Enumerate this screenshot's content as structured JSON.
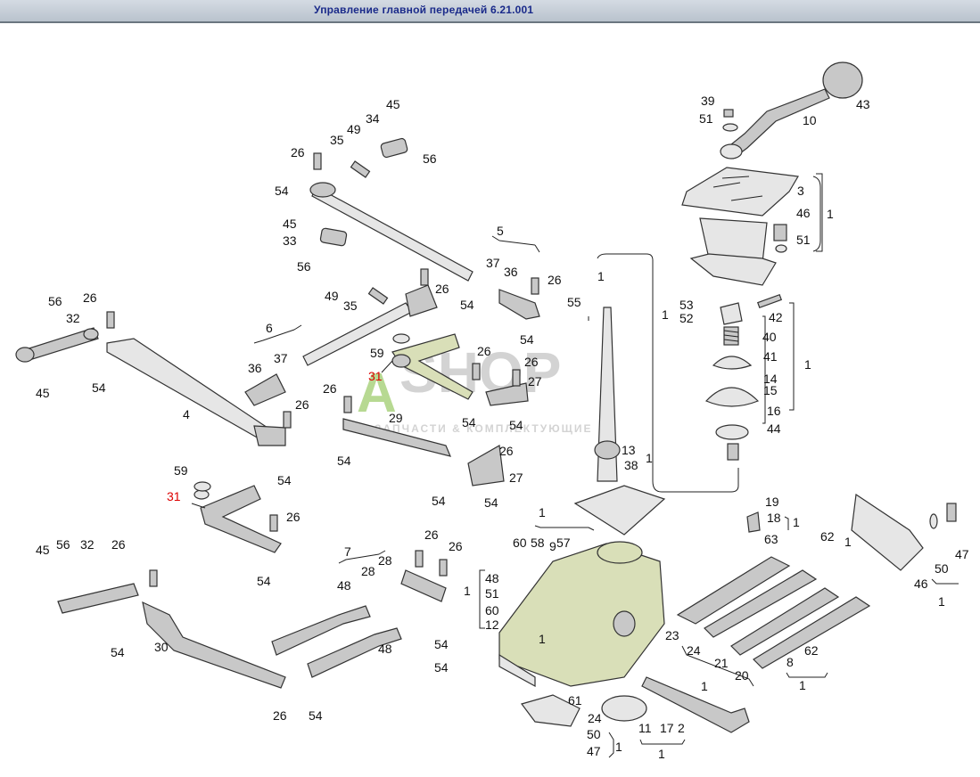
{
  "header": {
    "title": "Управление главной передачей 6.21.001"
  },
  "watermark": {
    "brand": "SHOP",
    "letter": "A",
    "tagline": "ЗАПЧАСТИ & КОМПЛЕКТУЮЩИЕ"
  },
  "labels": {
    "p43": "43",
    "p10": "10",
    "p39": "39",
    "p51a": "51",
    "p3": "3",
    "p46a": "46",
    "p1a": "1",
    "p51b": "51",
    "p45a": "45",
    "p34": "34",
    "p35a": "35",
    "p49a": "49",
    "p26a": "26",
    "p56a": "56",
    "p54a": "54",
    "p45b": "45",
    "p33": "33",
    "p5": "5",
    "p56b": "56",
    "p37a": "37",
    "p36a": "36",
    "p26b": "26",
    "p26c": "26",
    "p49b": "49",
    "p35b": "35",
    "p54b": "54",
    "p55": "55",
    "p54c": "54",
    "p53": "53",
    "p52": "52",
    "p1b": "1",
    "p42": "42",
    "p40": "40",
    "p41": "41",
    "p14": "14",
    "p15": "15",
    "p16": "16",
    "p44": "44",
    "p1c": "1",
    "p1d": "1",
    "p56c": "56",
    "p26d": "26",
    "p32a": "32",
    "p45c": "45",
    "p54d": "54",
    "p6": "6",
    "p36b": "36",
    "p37b": "37",
    "p4": "4",
    "p59a": "59",
    "p31a": "31",
    "p26e": "26",
    "p26f": "26",
    "p27a": "27",
    "p26g": "26",
    "p26h": "26",
    "p29": "29",
    "p54e": "54",
    "p54f": "54",
    "p54g": "54",
    "p54h": "54",
    "p26i": "26",
    "p27b": "27",
    "p54i": "54",
    "p54j": "54",
    "p13": "13",
    "p38": "38",
    "p1e": "1",
    "p1f": "1",
    "p59b": "59",
    "p31b": "31",
    "p26j": "26",
    "p54k": "54",
    "p45d": "45",
    "p56d": "56",
    "p32b": "32",
    "p26k": "26",
    "p54l": "54",
    "p30": "30",
    "p7": "7",
    "p28a": "28",
    "p28b": "28",
    "p26l": "26",
    "p26m": "26",
    "p48a": "48",
    "p48b": "48",
    "p54m": "54",
    "p54n": "54",
    "p26n": "26",
    "p54o": "54",
    "p1g": "1",
    "p60a": "60",
    "p58": "58",
    "p9": "9",
    "p57": "57",
    "p48c": "48",
    "p51c": "51",
    "p60b": "60",
    "p12": "12",
    "p1h": "1",
    "p61": "61",
    "p24a": "24",
    "p50a": "50",
    "p47a": "47",
    "p1i": "1",
    "p11": "11",
    "p17": "17",
    "p2": "2",
    "p1j": "1",
    "p19": "19",
    "p18": "18",
    "p1k": "1",
    "p63": "63",
    "p62a": "62",
    "p1l": "1",
    "p23": "23",
    "p24b": "24",
    "p21": "21",
    "p20": "20",
    "p8": "8",
    "p62b": "62",
    "p1m": "1",
    "p1n": "1",
    "p50b": "50",
    "p47b": "47",
    "p46b": "46",
    "p1o": "1"
  }
}
